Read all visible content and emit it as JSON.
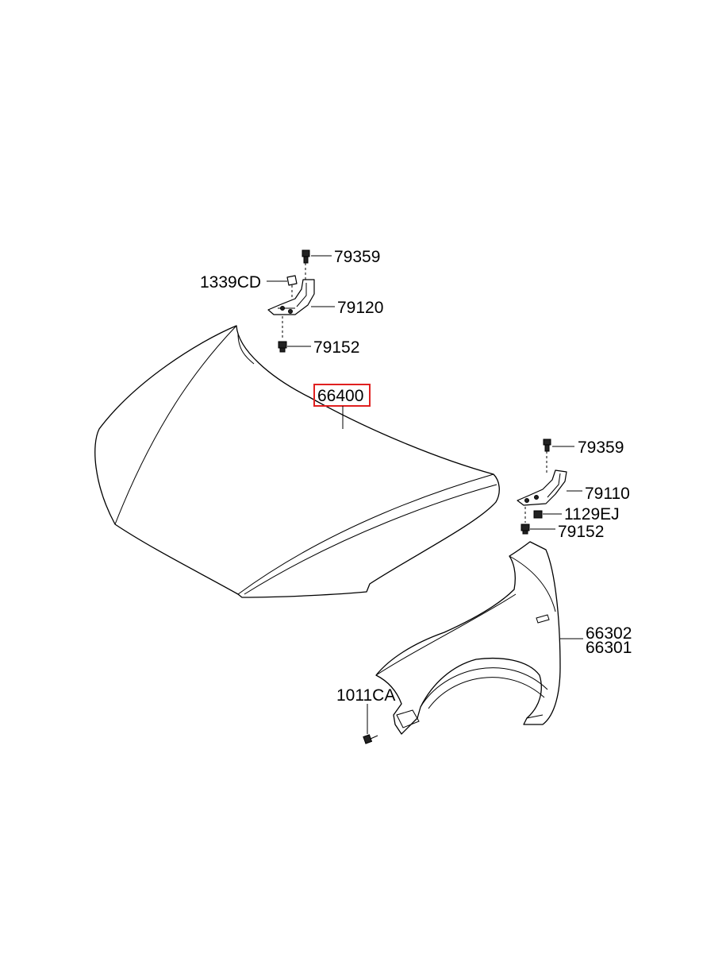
{
  "labels": {
    "hood": "66400",
    "left_hinge_bolt_top": "79359",
    "left_hinge_clip": "1339CD",
    "left_hinge": "79120",
    "left_hinge_bolt_bottom": "79152",
    "right_hinge_bolt_top": "79359",
    "right_hinge": "79110",
    "right_hinge_nut": "1129EJ",
    "right_hinge_bolt_bottom": "79152",
    "fender_rh": "66302",
    "fender_lh": "66301",
    "fender_screw": "1011CA"
  },
  "colors": {
    "highlight_box": "#e02020",
    "line": "#000000"
  }
}
